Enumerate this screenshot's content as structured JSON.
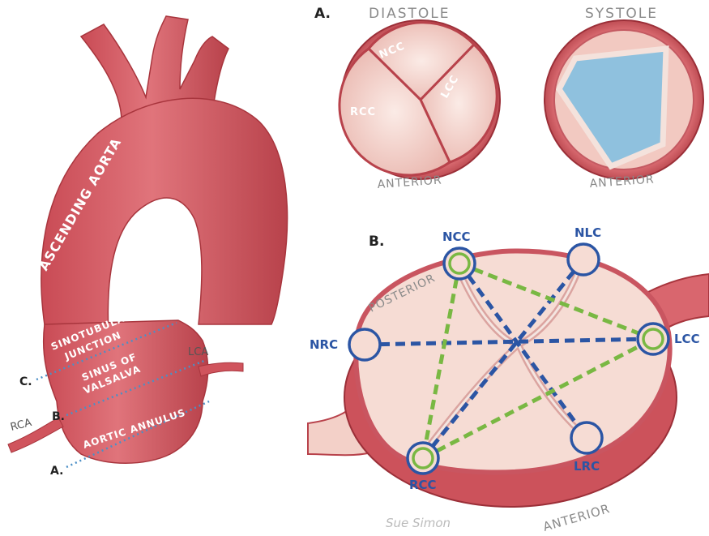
{
  "aorta_panel": {
    "ascending_aorta": "ASCENDING AORTA",
    "sinotubular_line1": "SINOTUBULAR",
    "sinotubular_line2": "JUNCTION",
    "sinus_line1": "SINUS OF",
    "sinus_line2": "VALSALVA",
    "aortic_annulus": "AORTIC ANNULUS",
    "lca": "LCA",
    "rca": "RCA",
    "marker_a": "A.",
    "marker_b": "B.",
    "marker_c": "C."
  },
  "panel_a": {
    "label": "A.",
    "diastole": {
      "title": "DIASTOLE",
      "ncc": "NCC",
      "lcc": "LCC",
      "rcc": "RCC",
      "anterior": "ANTERIOR"
    },
    "systole": {
      "title": "SYSTOLE",
      "anterior": "ANTERIOR"
    }
  },
  "panel_b": {
    "label": "B.",
    "posterior": "POSTERIOR",
    "anterior": "ANTERIOR",
    "nodes": {
      "ncc": "NCC",
      "nlc": "NLC",
      "nrc": "NRC",
      "lcc": "LCC",
      "rcc": "RCC",
      "lrc": "LRC"
    }
  },
  "signature": "Sue Simon",
  "colors": {
    "aorta": "#d9666e",
    "aorta_dark": "#a8353d",
    "tissue": "#f6dcd4",
    "cusp_blue": "#2b55a4",
    "cusp_green": "#79b843",
    "orifice": "#8fc1de",
    "level_line": "#4b8fc6"
  }
}
